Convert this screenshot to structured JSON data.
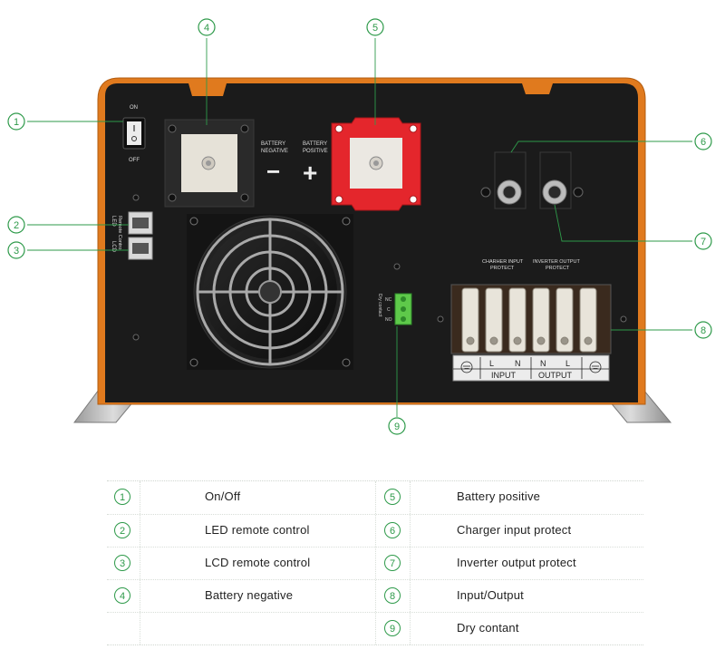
{
  "device": {
    "switch_on": "ON",
    "switch_off": "OFF",
    "battery_negative_label": [
      "BATTERY",
      "NEGATIVE"
    ],
    "battery_positive_label": [
      "BATTERY",
      "POSITIVE"
    ],
    "minus_sign": "−",
    "plus_sign": "+",
    "led_label": "LED",
    "remote_control_label": "Remote Control",
    "lcd_label": "LCD",
    "charger_input_label": [
      "CHARHER INPUT",
      "PROTECT"
    ],
    "inverter_output_label": [
      "INVERTER OUTPUT",
      "PROTECT"
    ],
    "terminal_letters": [
      "L",
      "N",
      "N",
      "L"
    ],
    "input_label": "INPUT",
    "output_label": "OUTPUT",
    "dry_contact_pins": [
      "NC",
      "C",
      "NO"
    ],
    "dry_contact_caption": "Dry contact",
    "colors": {
      "housing_orange": "#e07a1e",
      "panel_black": "#1b1b1b",
      "positive_red": "#e4262c",
      "terminal_green": "#5ec94a",
      "callout_green": "#2e9a4a"
    }
  },
  "callouts": [
    "1",
    "2",
    "3",
    "4",
    "5",
    "6",
    "7",
    "8",
    "9"
  ],
  "legend": {
    "left": [
      {
        "num": "1",
        "label": "On/Off"
      },
      {
        "num": "2",
        "label": "LED remote control"
      },
      {
        "num": "3",
        "label": "LCD remote control"
      },
      {
        "num": "4",
        "label": "Battery negative"
      }
    ],
    "right": [
      {
        "num": "5",
        "label": "Battery positive"
      },
      {
        "num": "6",
        "label": "Charger input protect"
      },
      {
        "num": "7",
        "label": "Inverter output protect"
      },
      {
        "num": "8",
        "label": "Input/Output"
      },
      {
        "num": "9",
        "label": "Dry contant"
      }
    ]
  }
}
